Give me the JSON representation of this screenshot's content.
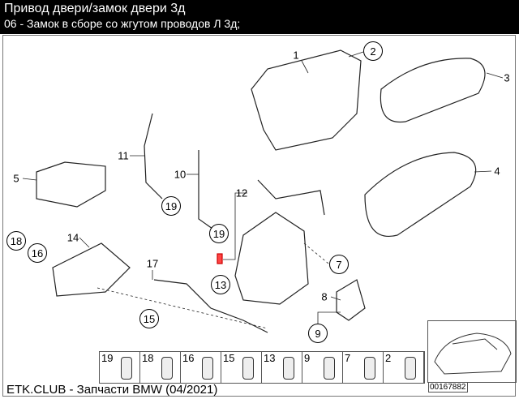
{
  "header": {
    "title": "Привод двери/замок двери 3д",
    "subtitle": "06 - Замок в сборе со жгутом проводов Л 3д;"
  },
  "callouts": [
    {
      "label": "1",
      "circled": false
    },
    {
      "label": "2",
      "circled": true
    },
    {
      "label": "3",
      "circled": false
    },
    {
      "label": "4",
      "circled": false
    },
    {
      "label": "5",
      "circled": false
    },
    {
      "label": "11",
      "circled": false
    },
    {
      "label": "19",
      "circled": true
    },
    {
      "label": "10",
      "circled": false
    },
    {
      "label": "12",
      "circled": false
    },
    {
      "label": "19",
      "circled": true
    },
    {
      "label": "18",
      "circled": true
    },
    {
      "label": "14",
      "circled": false
    },
    {
      "label": "16",
      "circled": true
    },
    {
      "label": "17",
      "circled": false
    },
    {
      "label": "7",
      "circled": true
    },
    {
      "label": "13",
      "circled": true
    },
    {
      "label": "8",
      "circled": false
    },
    {
      "label": "15",
      "circled": true
    },
    {
      "label": "9",
      "circled": true
    }
  ],
  "small_parts": [
    "19",
    "18",
    "16",
    "15",
    "13",
    "9",
    "7",
    "2"
  ],
  "footer": "ETK.CLUB - Запчасти BMW (04/2021)",
  "diagram_code": "00167882"
}
